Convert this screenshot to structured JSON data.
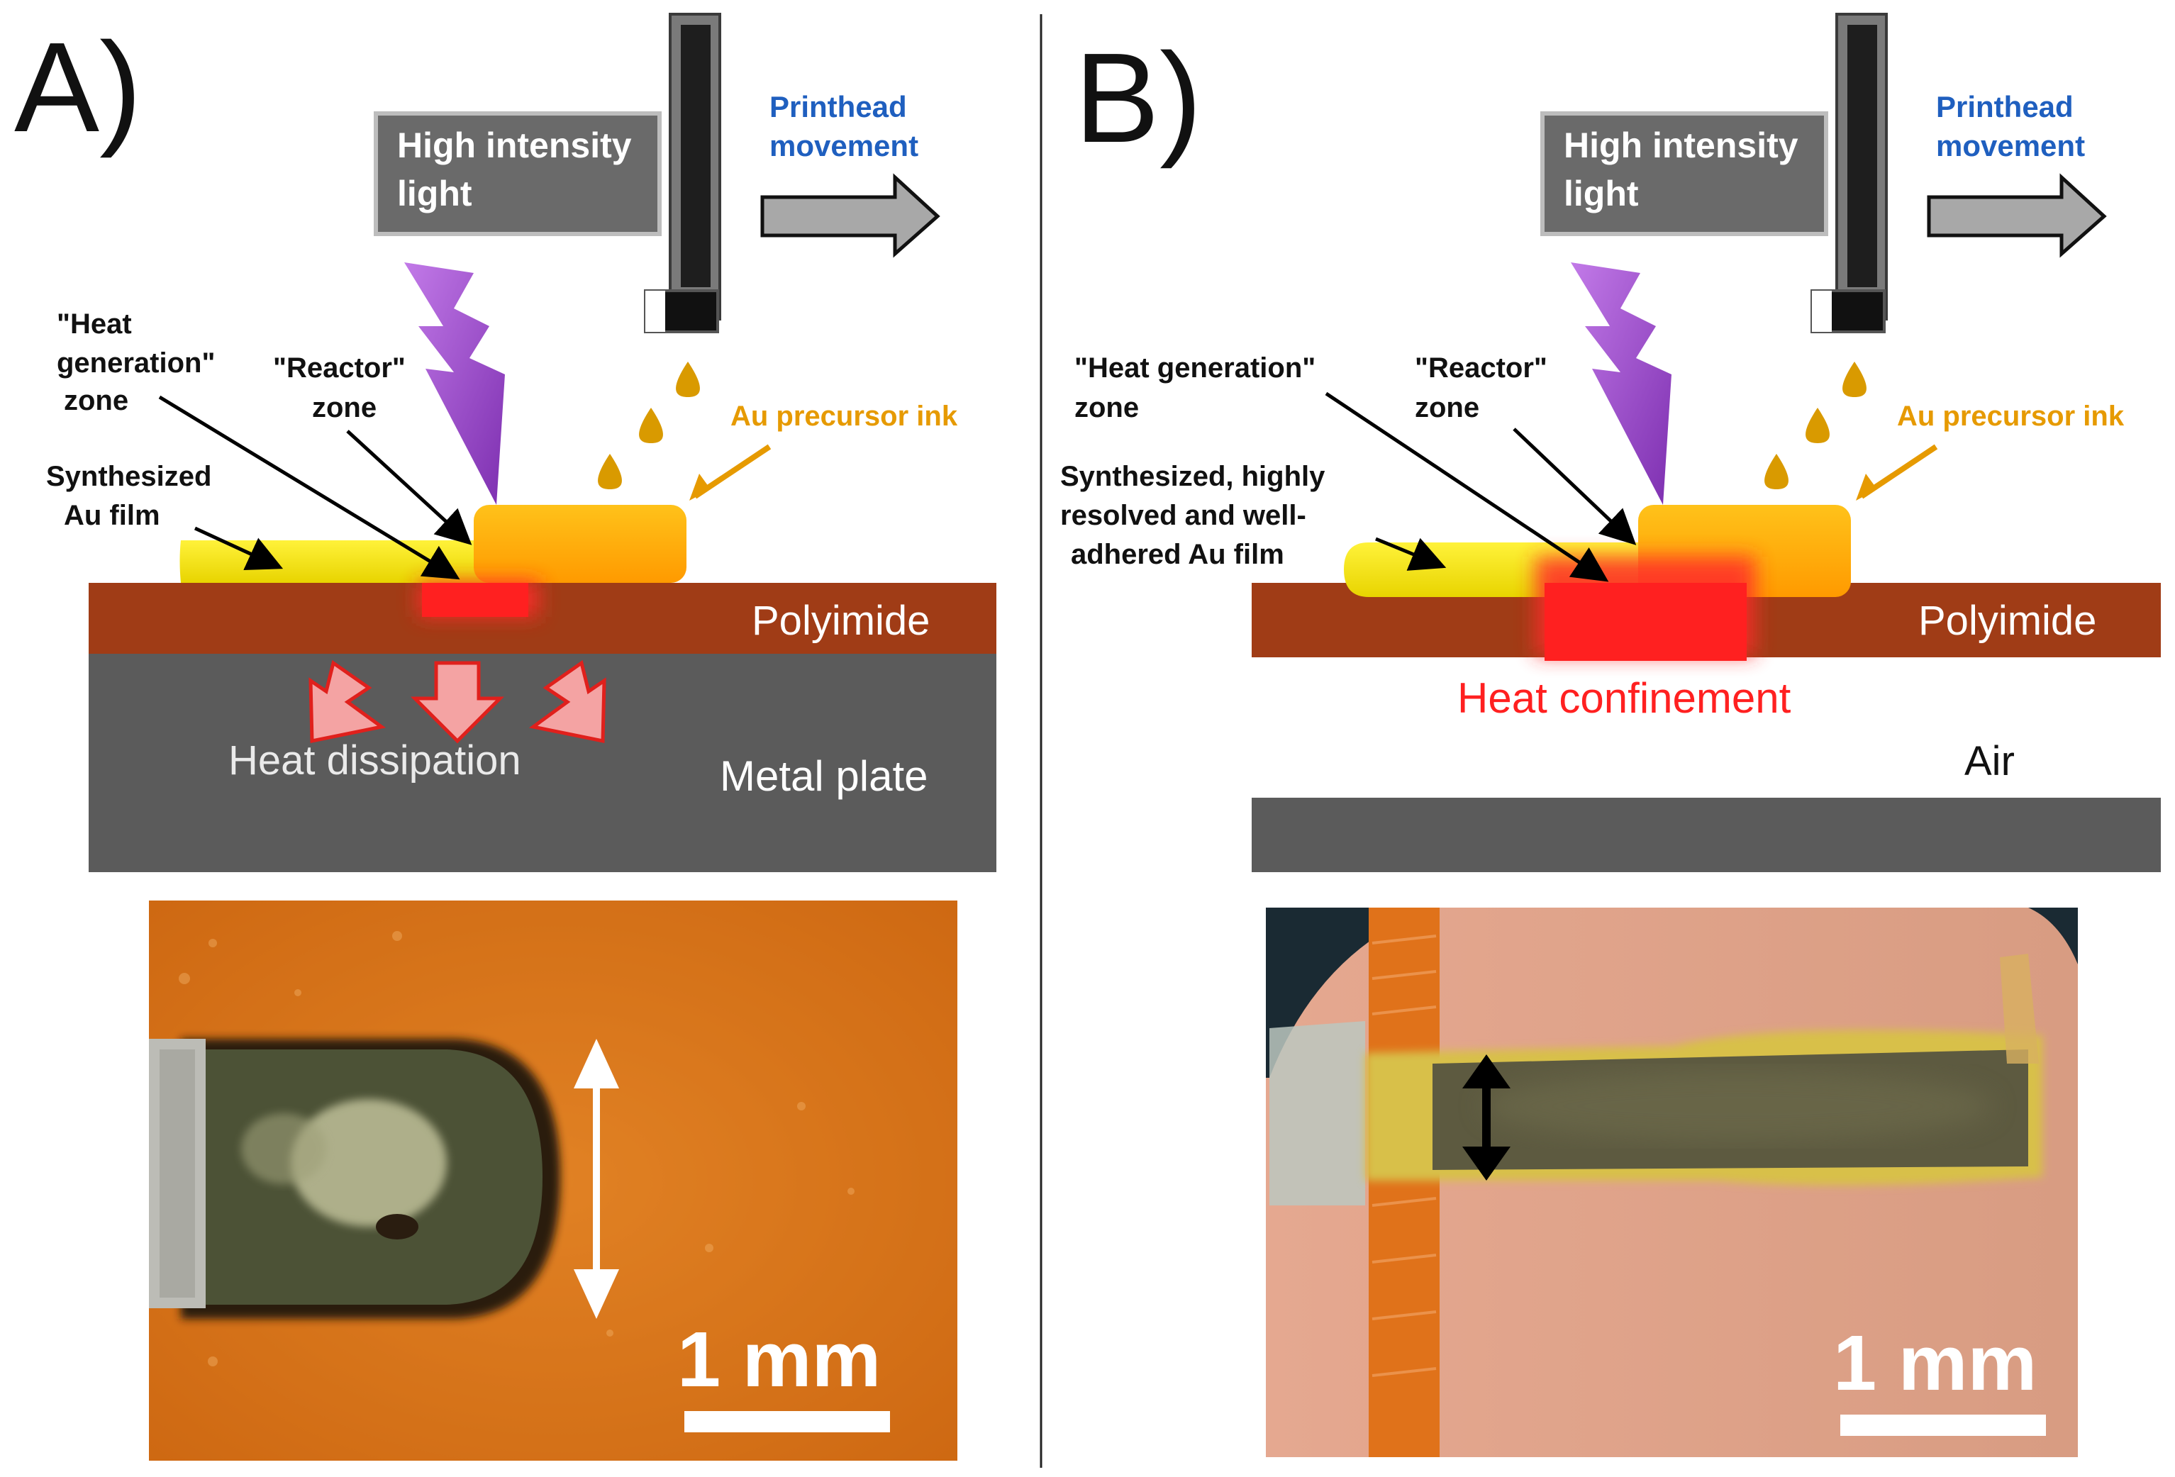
{
  "colors": {
    "polyimide": "#a03c16",
    "metal_plate": "#5b5b5b",
    "au_film": "#f5e400",
    "ink": "#ffb000",
    "heat_red": "#ff2020",
    "printhead_label": "#1f5fbf",
    "ink_label": "#e69a00",
    "lamp": "#6a6a6a",
    "lightning": "#a64fd1"
  },
  "panel_a": {
    "panel_label": "A)",
    "lamp_label_1": "High intensity",
    "lamp_label_2": "light",
    "printhead_1": "Printhead",
    "printhead_2": "movement",
    "heat_gen_1": "\"Heat",
    "heat_gen_2": "generation\"",
    "heat_gen_3": "zone",
    "reactor_1": "\"Reactor\"",
    "reactor_2": "zone",
    "ink_label": "Au precursor ink",
    "film_1": "Synthesized",
    "film_2": "Au film",
    "polyimide": "Polyimide",
    "heat_dissipation": "Heat dissipation",
    "metal_plate": "Metal plate",
    "scale_bar": "1 mm"
  },
  "panel_b": {
    "panel_label": "B)",
    "lamp_label_1": "High intensity",
    "lamp_label_2": "light",
    "printhead_1": "Printhead",
    "printhead_2": "movement",
    "heat_gen_1": "\"Heat generation\"",
    "heat_gen_2": "zone",
    "reactor_1": "\"Reactor\"",
    "reactor_2": "zone",
    "ink_label": "Au precursor ink",
    "film_1": "Synthesized, highly",
    "film_2": "resolved and well-",
    "film_3": "adhered Au film",
    "polyimide": "Polyimide",
    "heat_confinement": "Heat confinement",
    "air": "Air",
    "scale_bar": "1 mm"
  }
}
